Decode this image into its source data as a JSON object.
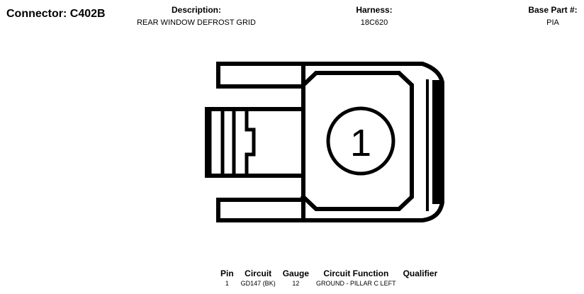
{
  "connector": {
    "label": "Connector: C402B"
  },
  "description": {
    "label": "Description:",
    "value": "REAR WINDOW DEFROST GRID"
  },
  "harness": {
    "label": "Harness:",
    "value": "18C620"
  },
  "base_part": {
    "label": "Base Part #:",
    "value": "PIA"
  },
  "diagram": {
    "cavity_number": "1",
    "stroke_color": "#000000"
  },
  "pin_table": {
    "headers": [
      "Pin",
      "Circuit",
      "Gauge",
      "Circuit Function",
      "Qualifier"
    ],
    "rows": [
      {
        "pin": "1",
        "circuit": "GD147 (BK)",
        "gauge": "12",
        "function": "GROUND - PILLAR C LEFT",
        "qualifier": ""
      }
    ]
  }
}
